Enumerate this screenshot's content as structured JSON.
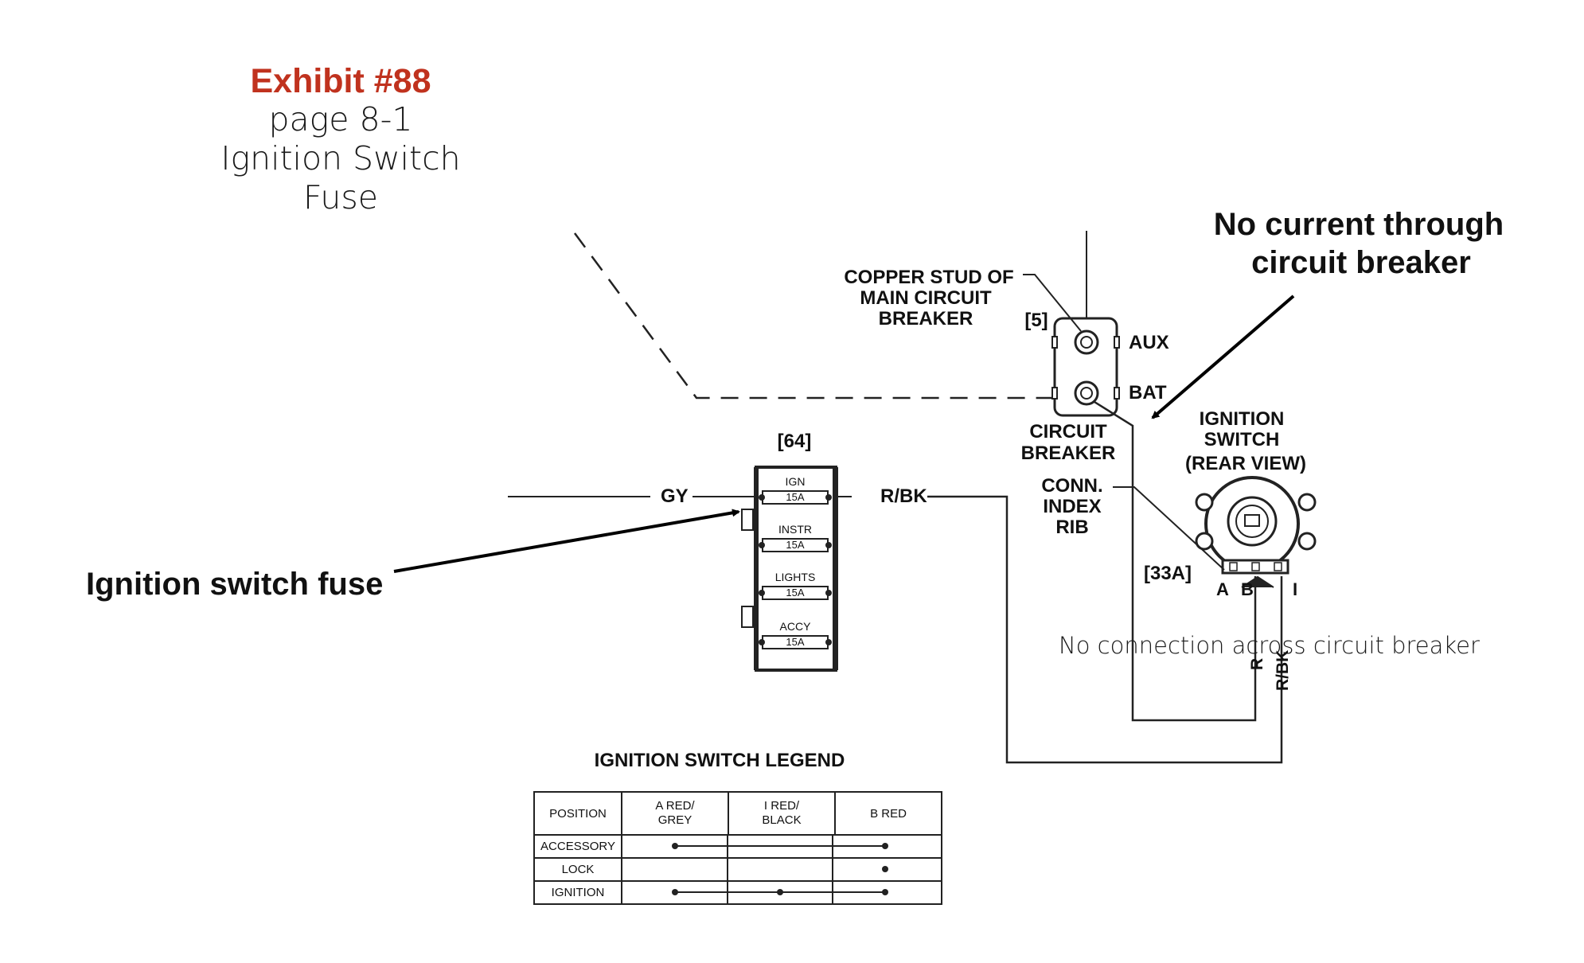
{
  "header": {
    "exhibit": "Exhibit #88",
    "page": "page 8-1",
    "subtitle_line1": "Ignition Switch",
    "subtitle_line2": "Fuse"
  },
  "callouts": {
    "no_current_line1": "No current through",
    "no_current_line2": "circuit breaker",
    "fuse_label": "Ignition switch fuse",
    "no_connection": "No connection across circuit breaker"
  },
  "breaker": {
    "stud_line1": "COPPER STUD OF",
    "stud_line2": "MAIN CIRCUIT",
    "stud_line3": "BREAKER",
    "ref": "[5]",
    "aux": "AUX",
    "bat": "BAT",
    "name_line1": "CIRCUIT",
    "name_line2": "BREAKER"
  },
  "fuse_block": {
    "ref": "[64]",
    "fuses": [
      {
        "name": "IGN",
        "rating": "15A"
      },
      {
        "name": "INSTR",
        "rating": "15A"
      },
      {
        "name": "LIGHTS",
        "rating": "15A"
      },
      {
        "name": "ACCY",
        "rating": "15A"
      }
    ]
  },
  "wires": {
    "gy": "GY",
    "rbk": "R/BK",
    "r": "R",
    "rbk_vertical": "R/BK"
  },
  "ignition_switch": {
    "line1": "IGNITION",
    "line2": "SWITCH",
    "line3": "(REAR VIEW)",
    "conn_line1": "CONN.",
    "conn_line2": "INDEX",
    "conn_line3": "RIB",
    "ref": "[33A]",
    "term_a": "A",
    "term_b": "B",
    "term_i": "I"
  },
  "legend": {
    "title": "IGNITION SWITCH LEGEND",
    "headers": [
      "POSITION",
      "A  RED/\nGREY",
      "I  RED/\nBLACK",
      "B  RED"
    ],
    "rows": [
      {
        "position": "ACCESSORY"
      },
      {
        "position": "LOCK"
      },
      {
        "position": "IGNITION"
      }
    ]
  }
}
